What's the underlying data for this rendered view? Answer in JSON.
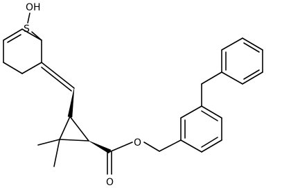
{
  "molecule": {
    "atoms": {
      "oh": "OH",
      "s": "S",
      "o_ester": "O",
      "o_carbonyl": "O"
    }
  }
}
